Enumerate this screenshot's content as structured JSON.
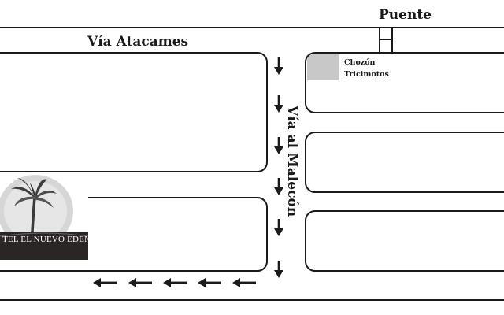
{
  "map": {
    "bridge_label": "Puente",
    "top_street_label": "Vía Atacames",
    "side_street_label": "Vía al Malecón",
    "landmark": {
      "line1": "Chozón",
      "line2": "Tricimotos"
    },
    "hotel_logo_text": "TEL EL NUEVO EDEN",
    "direction_arrows": {
      "vertical_down_count": 6,
      "horizontal_left_count": 5
    },
    "colors": {
      "ink": "#1a1a1a",
      "landmark_fill": "#c8c8c8",
      "logo_band": "#2b2626"
    },
    "icons": [
      "bridge-icon",
      "palm-tree-icon",
      "arrow-down-icon",
      "arrow-left-icon"
    ]
  }
}
